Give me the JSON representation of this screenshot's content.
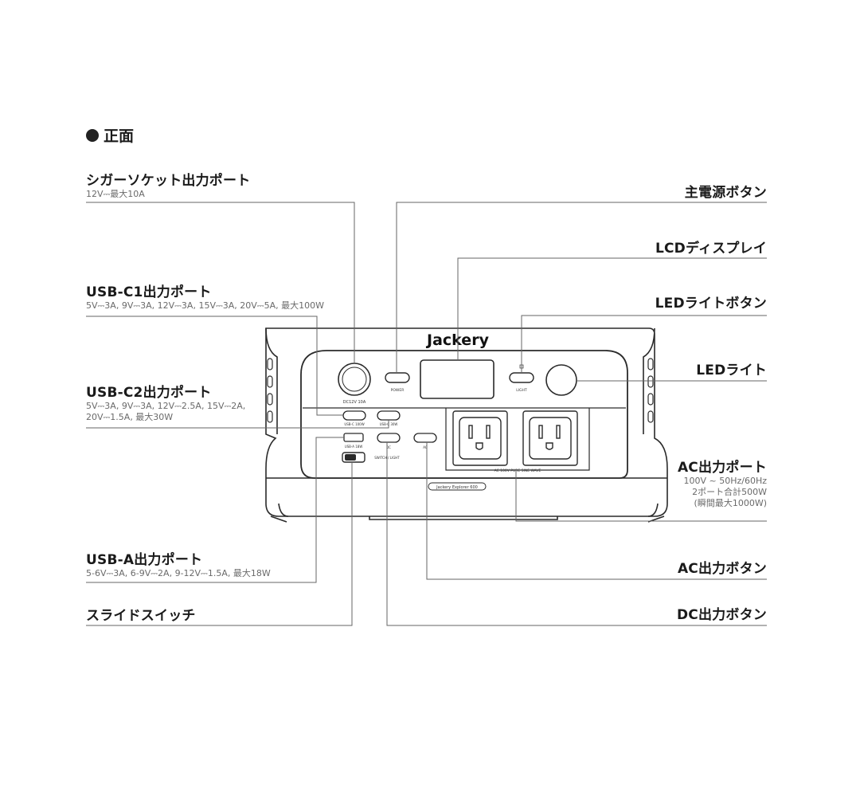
{
  "section": {
    "title": "正面"
  },
  "left_callouts": {
    "cigar": {
      "title": "シガーソケット出力ポート",
      "spec": "12V⎓最大10A"
    },
    "usbc1": {
      "title": "USB-C1出力ポート",
      "spec": "5V⎓3A, 9V⎓3A, 12V⎓3A, 15V⎓3A, 20V⎓5A, 最大100W"
    },
    "usbc2": {
      "title": "USB-C2出力ポート",
      "spec_line1": "5V⎓3A, 9V⎓3A, 12V⎓2.5A, 15V⎓2A,",
      "spec_line2": "20V⎓1.5A, 最大30W"
    },
    "usba": {
      "title": "USB-A出力ポート",
      "spec": "5-6V⎓3A, 6-9V⎓2A, 9-12V⎓1.5A, 最大18W"
    },
    "slide": {
      "title": "スライドスイッチ"
    }
  },
  "right_callouts": {
    "main_power": {
      "title": "主電源ボタン"
    },
    "lcd": {
      "title": "LCDディスプレイ"
    },
    "led_button": {
      "title": "LEDライトボタン"
    },
    "led": {
      "title": "LEDライト"
    },
    "ac_port": {
      "title": "AC出力ポート",
      "spec_line1": "100V ~ 50Hz/60Hz",
      "spec_line2": "2ポート合計500W",
      "spec_line3": "(瞬間最大1000W)"
    },
    "ac_button": {
      "title": "AC出力ボタン"
    },
    "dc_button": {
      "title": "DC出力ボタン"
    }
  },
  "device": {
    "brand": "Jackery",
    "cigar_label": "DC12V 10A",
    "power_label": "POWER",
    "led_label": "LIGHT",
    "ac_band_label": "AC 100V PURE SINE WAVE",
    "model_label": "Jackery Explorer 600",
    "usb_a_label": "USB-A 18W",
    "usbc1_label": "USB-C 100W",
    "usbc2_label": "USB-C 30W",
    "dc_label": "DC",
    "ac_label": "AC",
    "switch_label": "SWITCH / LIGHT"
  }
}
